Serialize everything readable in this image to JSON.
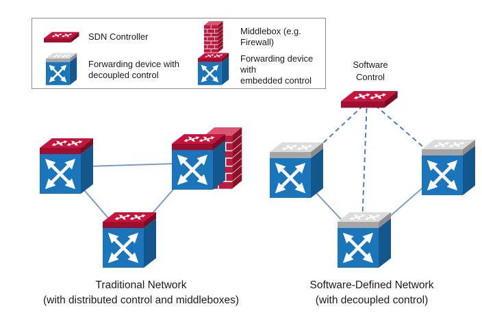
{
  "figure": {
    "legend": {
      "items": [
        {
          "icon": "sdn-controller-icon",
          "label": "SDN Controller"
        },
        {
          "icon": "middlebox-firewall-icon",
          "label": "Middlebox (e.g. Firewall)"
        },
        {
          "icon": "forwarding-device-decoupled-icon",
          "label": "Forwarding device with\ndecoupled control"
        },
        {
          "icon": "forwarding-device-embedded-icon",
          "label": "Forwarding device with\nembedded control"
        }
      ]
    },
    "traditional": {
      "caption_line1": "Traditional Network",
      "caption_line2": "(with distributed control and middleboxes)",
      "nodes": [
        {
          "type": "switch-embedded-control"
        },
        {
          "type": "switch-embedded-control-with-middlebox"
        },
        {
          "type": "switch-embedded-control"
        }
      ],
      "link_style": "solid"
    },
    "sdn": {
      "controller_label": "Software\nControl",
      "caption_line1": "Software-Defined Network",
      "caption_line2": "(with decoupled control)",
      "nodes": [
        {
          "type": "switch-decoupled-control"
        },
        {
          "type": "switch-decoupled-control"
        },
        {
          "type": "switch-decoupled-control"
        }
      ],
      "control_link_style": "dashed",
      "data_link_style": "solid"
    },
    "colors": {
      "controller_top": "#c8143c",
      "controller_front": "#9e0e2e",
      "controller_side": "#7c0b24",
      "gray_top": "#dcdcdc",
      "gray_front": "#a6a6a6",
      "gray_side": "#8e8e8e",
      "switch_front": "#1b75bb",
      "switch_side": "#14578c",
      "firewall_front": "#bc1a3e",
      "firewall_top": "#da5570",
      "firewall_side": "#8c1028",
      "link_solid": "#7b9ac8",
      "link_dashed": "#4d7dc0",
      "arrow_white": "#ffffff"
    }
  }
}
